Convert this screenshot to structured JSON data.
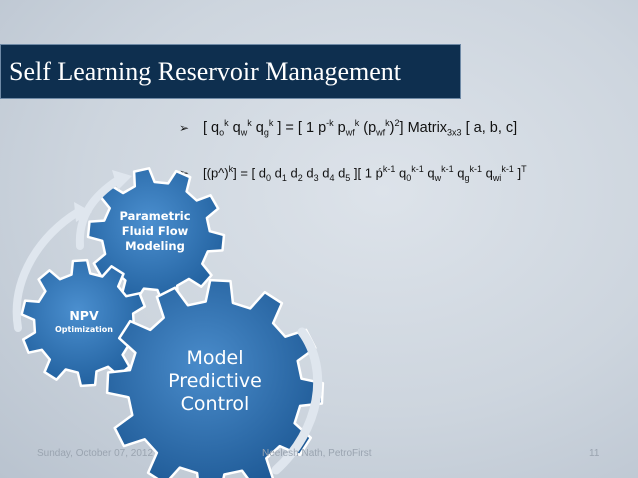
{
  "slide": {
    "title": "Self Learning Reservoir Management",
    "bullet_icon": "arrow-bullet-icon",
    "equations": {
      "eq1": {
        "p1": "[ q",
        "s1": "o",
        "p2": "k",
        "p3": " q",
        "s2": "w",
        "p4": "k",
        "p5": " q",
        "s3": "g",
        "p6": "k",
        "p7": " ] = [ 1 p",
        "p8": "-k",
        "p9": " p",
        "s4": "wf",
        "p10": "k",
        "p11": " (p",
        "s5": "wf",
        "p12": "k",
        "p13": ")",
        "p14": "2",
        "p15": "] Matrix",
        "s6": "3x3",
        "p16": " [ a, b, c]"
      },
      "eq2": {
        "p1": "[(p^)",
        "p2": "k",
        "p3": "] = [ d",
        "s1": "0",
        "p4": " d",
        "s2": "1",
        "p5": " d",
        "s3": "2",
        "p6": " d",
        "s4": "3",
        "p7": " d",
        "s5": "4",
        "p8": " d",
        "s6": "5",
        "p9": " ][ 1 ṕ",
        "p10": "k-1",
        "p11": " q",
        "s7": "0",
        "p12": "k-1",
        "p13": " q",
        "s8": "w",
        "p14": "k-1",
        "p15": " q",
        "s9": "g",
        "p16": "k-1",
        "p17": " q",
        "s10": "wi",
        "p18": "k-1",
        "p19": " ]",
        "p20": "T"
      }
    },
    "gears": {
      "parametric": [
        "Parametric",
        "Fluid Flow",
        "Modeling"
      ],
      "npv": [
        "NPV",
        "Optimization"
      ],
      "model": [
        "Model",
        "Predictive",
        "Control"
      ]
    },
    "footer": {
      "date": "Sunday, October 07, 2012",
      "author": "Neelesh Nath, PetroFirst",
      "page": "11"
    },
    "colors": {
      "title_bg": "#0e2f4f",
      "gear_small": "#3a7ab8",
      "gear_large": "#2f6fb0",
      "arrow": "#cfd8e2"
    }
  }
}
